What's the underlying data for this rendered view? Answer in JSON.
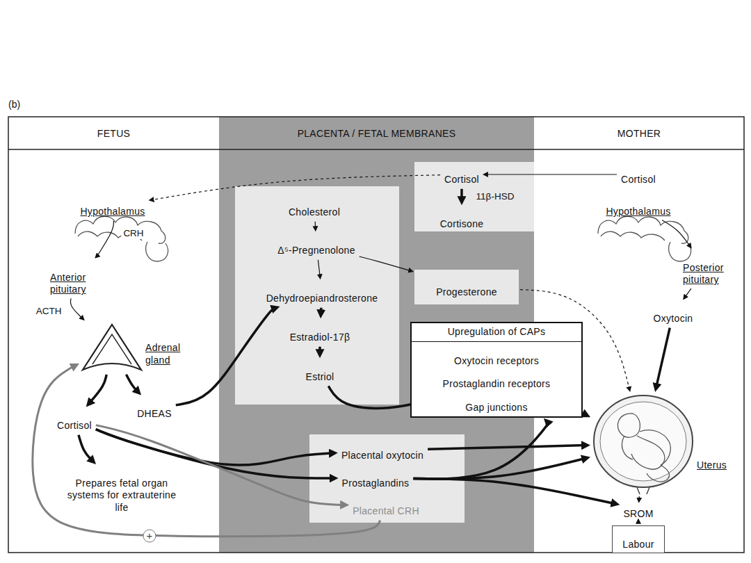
{
  "diagram": {
    "nodes": [
      {
        "text": [
          "FETUS"
        ]
      },
      {
        "text": [
          "PLACENTA / FETAL MEMBRANES"
        ]
      },
      {
        "text": [
          "MOTHER"
        ]
      },
      {
        "text": [
          "Hypothalamus"
        ],
        "in": 0
      },
      {
        "text": [
          "Anterior pituitary"
        ],
        "in": 0
      },
      {
        "text": [
          "Adrenal gland"
        ],
        "in": 0
      },
      {
        "text": [
          "Cortisol"
        ],
        "in": 0
      },
      {
        "text": [
          "DHEAS"
        ],
        "in": 0
      },
      {
        "text": [
          "Prepares fetal organ systems for extrauterine life"
        ],
        "in": 0
      },
      {
        "text": [
          "Cortisol"
        ],
        "in": 1
      },
      {
        "text": [
          "Cortisone"
        ],
        "in": 1
      },
      {
        "text": [
          "Cholesterol"
        ],
        "in": 1
      },
      {
        "text": [
          "Δ⁵-Pregnenolone"
        ],
        "in": 1
      },
      {
        "text": [
          "Dehydroepiandrosterone"
        ],
        "in": 1
      },
      {
        "text": [
          "Estradiol-17β"
        ],
        "in": 1
      },
      {
        "text": [
          "Estriol"
        ],
        "in": 1
      },
      {
        "text": [
          "Progesterone"
        ],
        "in": 1
      },
      {
        "text": [
          "Upregulation of CAPs",
          "Oxytocin receptors",
          "Prostaglandin receptors",
          "Gap junctions"
        ],
        "in": 1
      },
      {
        "text": [
          "Placental oxytocin"
        ],
        "in": 1
      },
      {
        "text": [
          "Prostaglandins"
        ],
        "in": 1
      },
      {
        "text": [
          "Placental CRH"
        ],
        "in": 1
      },
      {
        "text": [
          "Cortisol"
        ],
        "in": 2
      },
      {
        "text": [
          "Hypothalamus"
        ],
        "in": 2
      },
      {
        "text": [
          "Posterior pituitary"
        ],
        "in": 2
      },
      {
        "text": [
          "Oxytocin"
        ],
        "in": 2
      },
      {
        "text": [
          "Uterus"
        ],
        "in": 2
      },
      {
        "text": [
          "SROM"
        ],
        "in": 2
      },
      {
        "text": [
          "Labour"
        ],
        "in": 2
      }
    ],
    "edges": [
      {
        "from": 21,
        "to": 9,
        "arrow": "to"
      },
      {
        "from": 9,
        "to": 10,
        "label": "11β-HSD",
        "arrow": "to"
      },
      {
        "from": 9,
        "to": 3,
        "arrow": "to"
      },
      {
        "from": 3,
        "to": 4,
        "label": "CRH",
        "arrow": "to"
      },
      {
        "from": 4,
        "to": 5,
        "label": "ACTH",
        "arrow": "to"
      },
      {
        "from": 5,
        "to": 6,
        "arrow": "to"
      },
      {
        "from": 5,
        "to": 7,
        "arrow": "to"
      },
      {
        "from": 7,
        "to": 13,
        "arrow": "to"
      },
      {
        "from": 11,
        "to": 12,
        "arrow": "to"
      },
      {
        "from": 12,
        "to": 13,
        "arrow": "to"
      },
      {
        "from": 12,
        "to": 16,
        "arrow": "to"
      },
      {
        "from": 13,
        "to": 14,
        "arrow": "to"
      },
      {
        "from": 14,
        "to": 15,
        "arrow": "to"
      },
      {
        "from": 15,
        "to": 17,
        "arrow": "to"
      },
      {
        "from": 6,
        "to": 8,
        "arrow": "to"
      },
      {
        "from": 6,
        "to": 18,
        "arrow": "to"
      },
      {
        "from": 6,
        "to": 19,
        "arrow": "to"
      },
      {
        "from": 6,
        "to": 20,
        "arrow": "to"
      },
      {
        "from": 20,
        "to": 5,
        "label": "+",
        "arrow": "to"
      },
      {
        "from": 16,
        "to": 25,
        "arrow": "to"
      },
      {
        "from": 22,
        "to": 23,
        "arrow": "to"
      },
      {
        "from": 23,
        "to": 24,
        "arrow": "to"
      },
      {
        "from": 24,
        "to": 25,
        "arrow": "to"
      },
      {
        "from": 17,
        "to": 25,
        "arrow": "to"
      },
      {
        "from": 18,
        "to": 25,
        "arrow": "to"
      },
      {
        "from": 19,
        "to": 17,
        "arrow": "to"
      },
      {
        "from": 19,
        "to": 25,
        "arrow": "to"
      },
      {
        "from": 19,
        "to": 26,
        "arrow": "to"
      },
      {
        "from": 25,
        "to": 26,
        "arrow": "to"
      },
      {
        "from": 26,
        "to": 27,
        "arrow": "to"
      }
    ],
    "labels": [
      "(b)"
    ]
  }
}
